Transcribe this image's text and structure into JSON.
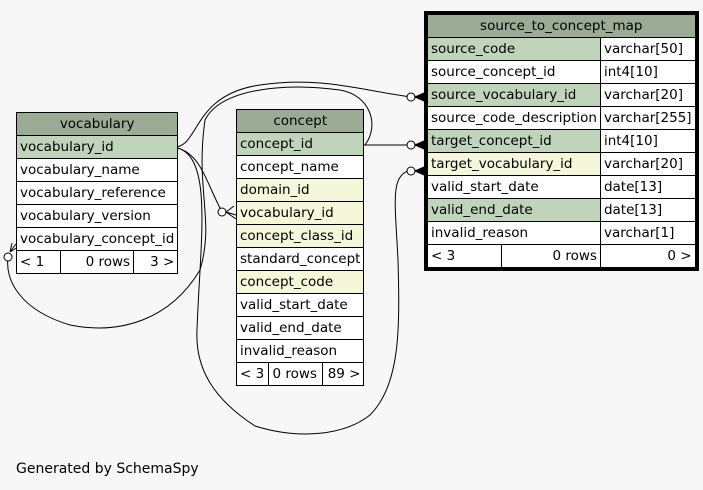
{
  "tables": {
    "vocabulary": {
      "name": "vocabulary",
      "columns": [
        {
          "name": "vocabulary_id",
          "kind": "pk"
        },
        {
          "name": "vocabulary_name",
          "kind": "plain"
        },
        {
          "name": "vocabulary_reference",
          "kind": "plain"
        },
        {
          "name": "vocabulary_version",
          "kind": "plain"
        },
        {
          "name": "vocabulary_concept_id",
          "kind": "plain"
        }
      ],
      "footer": {
        "parents": "< 1",
        "rows": "0 rows",
        "children": "3 >"
      }
    },
    "concept": {
      "name": "concept",
      "columns": [
        {
          "name": "concept_id",
          "kind": "pk"
        },
        {
          "name": "concept_name",
          "kind": "plain"
        },
        {
          "name": "domain_id",
          "kind": "fk"
        },
        {
          "name": "vocabulary_id",
          "kind": "fk"
        },
        {
          "name": "concept_class_id",
          "kind": "fk"
        },
        {
          "name": "standard_concept",
          "kind": "plain"
        },
        {
          "name": "concept_code",
          "kind": "fk"
        },
        {
          "name": "valid_start_date",
          "kind": "plain"
        },
        {
          "name": "valid_end_date",
          "kind": "plain"
        },
        {
          "name": "invalid_reason",
          "kind": "plain"
        }
      ],
      "footer": {
        "parents": "< 3",
        "rows": "0 rows",
        "children": "89 >"
      }
    },
    "source_to_concept_map": {
      "name": "source_to_concept_map",
      "columns": [
        {
          "name": "source_code",
          "type": "varchar[50]",
          "kind": "pk"
        },
        {
          "name": "source_concept_id",
          "type": "int4[10]",
          "kind": "plain"
        },
        {
          "name": "source_vocabulary_id",
          "type": "varchar[20]",
          "kind": "pk"
        },
        {
          "name": "source_code_description",
          "type": "varchar[255]",
          "kind": "plain"
        },
        {
          "name": "target_concept_id",
          "type": "int4[10]",
          "kind": "pk"
        },
        {
          "name": "target_vocabulary_id",
          "type": "varchar[20]",
          "kind": "fk"
        },
        {
          "name": "valid_start_date",
          "type": "date[13]",
          "kind": "plain"
        },
        {
          "name": "valid_end_date",
          "type": "date[13]",
          "kind": "pk"
        },
        {
          "name": "invalid_reason",
          "type": "varchar[1]",
          "kind": "plain"
        }
      ],
      "footer": {
        "parents": "< 3",
        "rows": "0 rows",
        "children": "0 >"
      }
    }
  },
  "relationships": [
    {
      "from": "vocabulary.vocabulary_id",
      "to": "source_to_concept_map.source_vocabulary_id"
    },
    {
      "from": "vocabulary.vocabulary_id",
      "to": "source_to_concept_map.target_vocabulary_id"
    },
    {
      "from": "vocabulary.vocabulary_id",
      "to": "concept.vocabulary_id"
    },
    {
      "from": "concept.concept_id",
      "to": "source_to_concept_map.target_concept_id"
    },
    {
      "from": "concept.concept_id",
      "to": "vocabulary.vocabulary_concept_id"
    }
  ],
  "colors": {
    "header": "#9bab96",
    "primary_key": "#bfd4bb",
    "foreign_key": "#f4f7da",
    "background": "#f7f7f7"
  },
  "footer_text": "Generated by SchemaSpy"
}
